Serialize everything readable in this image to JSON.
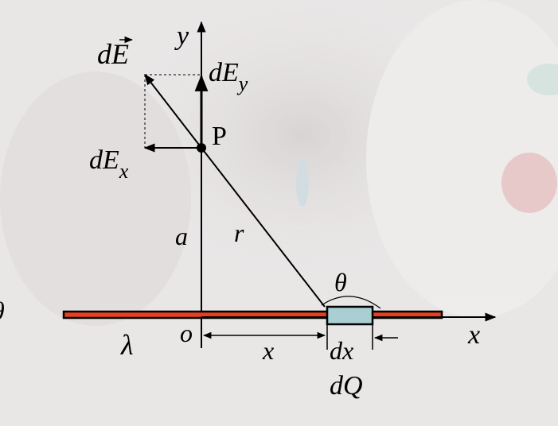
{
  "labels": {
    "dE": "dE",
    "dEy_main": "dE",
    "dEy_sub": "y",
    "dEx_main": "dE",
    "dEx_sub": "x",
    "point": "P",
    "y_axis": "y",
    "x_axis": "x",
    "a": "a",
    "r": "r",
    "theta": "θ",
    "origin": "o",
    "lambda": "λ",
    "x_dist": "x",
    "dx": "dx",
    "dQ": "dQ",
    "edge_char": "θ"
  },
  "colors": {
    "rod_fill": "#e8401f",
    "element_fill": "#a9cfd3",
    "line": "#000000",
    "background": "#e9e6e6"
  }
}
